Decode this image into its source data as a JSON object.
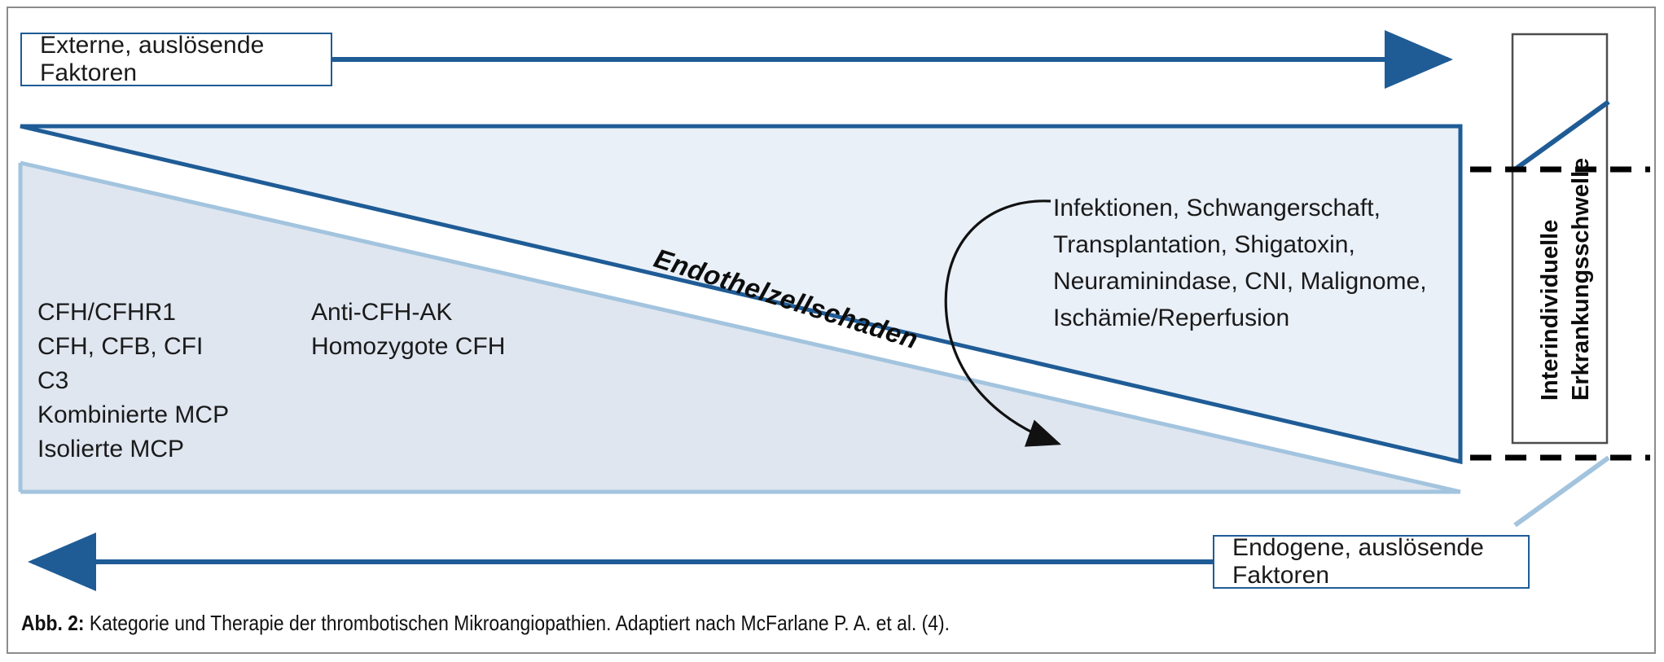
{
  "figure": {
    "external_factors_label": "Externe, auslösende Faktoren",
    "endogenous_factors_label": "Endogene, auslösende Faktoren",
    "diagonal_label": "Endothelzellschaden",
    "threshold_label_line1": "Interindividuelle",
    "threshold_label_line2": "Erkrankungsschwelle",
    "genetic_column_1": [
      "CFH/CFHR1",
      "CFH, CFB, CFI",
      "C3",
      "Kombinierte MCP",
      "Isolierte MCP"
    ],
    "genetic_column_2": [
      "Anti-CFH-AK",
      "Homozygote CFH"
    ],
    "trigger_list": [
      "Infektionen, Schwangerschaft,",
      "Transplantation, Shigatoxin,",
      "Neuraminindase, CNI, Malignome,",
      "Ischämie/Reperfusion"
    ]
  },
  "caption": {
    "prefix": "Abb. 2:",
    "text": " Kategorie und Therapie der thrombotischen Mikroangiopathien. Adaptiert nach McFarlane P. A. et al. (4)."
  },
  "colors": {
    "dark_blue": "#1f5c96",
    "light_blue": "#a3c4de",
    "wedge_fill": "#dfe6f0",
    "frame_gray": "#8c8c8c",
    "dashed_black": "#000000"
  }
}
